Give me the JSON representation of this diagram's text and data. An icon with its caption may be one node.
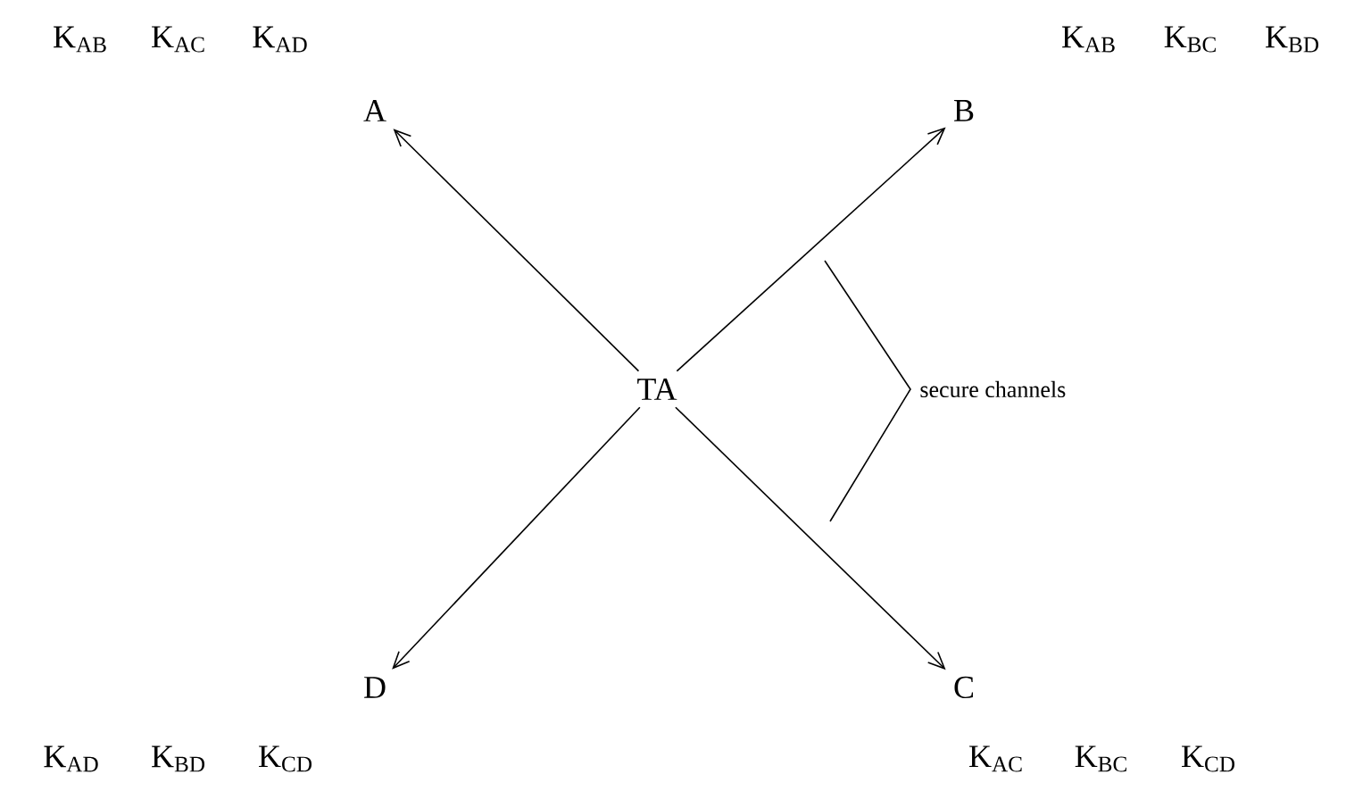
{
  "diagram": {
    "nodes": [
      {
        "text": [
          "TA"
        ]
      },
      {
        "text": [
          "A"
        ],
        "beside": [
          "K$_{AB}$",
          "K$_{AC}$",
          "K$_{AD}$"
        ]
      },
      {
        "text": [
          "B"
        ],
        "beside": [
          "K$_{AB}$",
          "K$_{BC}$",
          "K$_{BD}$"
        ]
      },
      {
        "text": [
          "C"
        ],
        "beside": [
          "K$_{AC}$",
          "K$_{BC}$",
          "K$_{CD}$"
        ]
      },
      {
        "text": [
          "D"
        ],
        "beside": [
          "K$_{AD}$",
          "K$_{BD}$",
          "K$_{CD}$"
        ]
      }
    ],
    "edges": [
      {
        "from": 0,
        "to": 1,
        "arrow": "to"
      },
      {
        "from": 0,
        "to": 2,
        "arrow": "to"
      },
      {
        "from": 0,
        "to": 3,
        "arrow": "to"
      },
      {
        "from": 0,
        "to": 4,
        "arrow": "to"
      }
    ],
    "labels": [
      "secure channels"
    ]
  }
}
